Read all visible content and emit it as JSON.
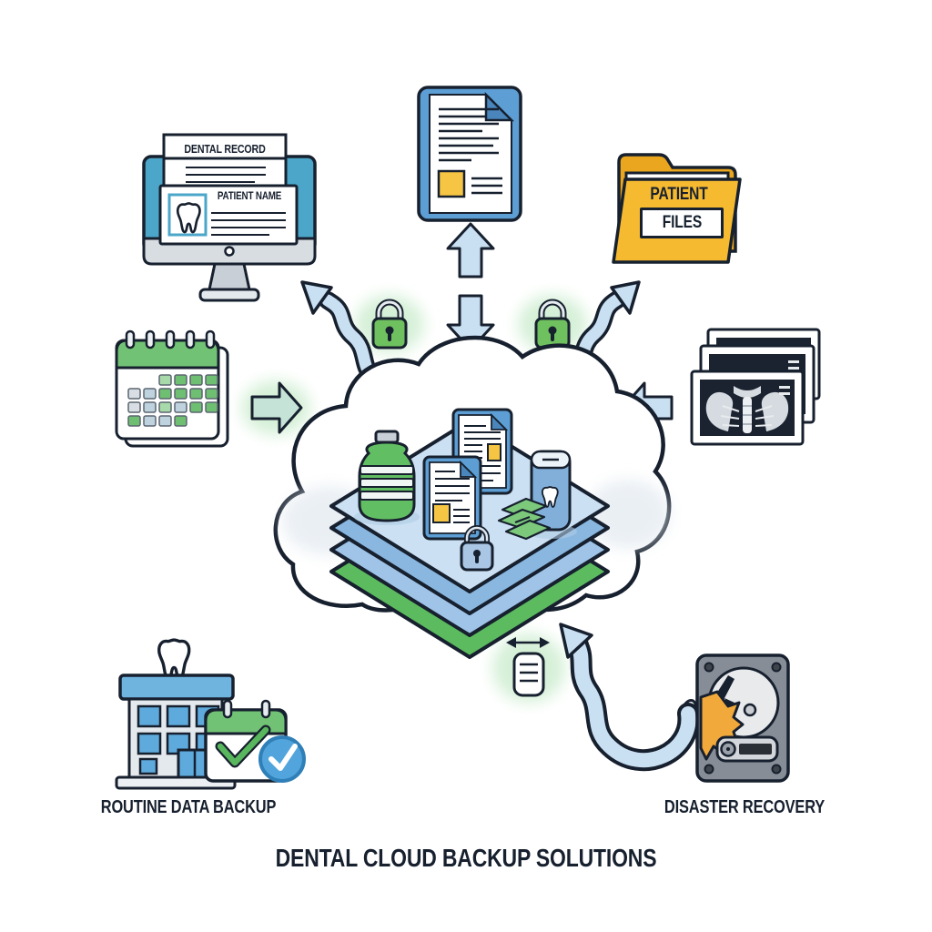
{
  "title": "DENTAL CLOUD BACKUP SOLUTIONS",
  "captions": {
    "routine_backup": "ROUTINE DATA BACKUP",
    "disaster_recovery": "DISASTER RECOVERY"
  },
  "monitor": {
    "document_header": "DENTAL RECORD",
    "patient_card_header": "PATIENT NAME"
  },
  "folder": {
    "label_top": "PATIENT",
    "label_box": "FILES"
  },
  "calendar": {
    "grid": [
      "..gGGG",
      "LBGGGG",
      "LBgBGG",
      "GBBG.."
    ]
  },
  "icons": [
    "monitor-icon",
    "tooth-icon",
    "document-icon",
    "folder-icon",
    "calendar-icon",
    "xray-stack-icon",
    "lock-icon",
    "cloud-icon",
    "data-stack-icon",
    "bottle-icon",
    "can-icon",
    "money-icon",
    "padlock-icon",
    "sync-arrows-icon",
    "server-doc-icon",
    "clinic-building-icon",
    "calendar-check-icon",
    "check-badge-icon",
    "hard-drive-icon",
    "arrow-up-icon",
    "arrow-down-icon",
    "arrow-left-icon",
    "arrow-right-icon",
    "curved-arrow-icon"
  ],
  "colors": {
    "ink": "#17202E",
    "teal": "#4BA6C9",
    "gray_bezel": "#D8DDE2",
    "gray_stand": "#C9CFD6",
    "doc_blue": "#5D9FD4",
    "doc_fold": "#4A86BC",
    "accent_yellow": "#F6C544",
    "folder_front": "#F6BA31",
    "folder_back": "#E9A61E",
    "cal_green": "#72C276",
    "cal_cell_green": "#6FBF73",
    "cal_cell_green_soft": "#A8D9AB",
    "cal_cell_blue": "#BFD3DF",
    "cal_cell_gray": "#D8DEE4",
    "cal_cell_stroke": "#5B6570",
    "xray_dark": "#1B2330",
    "xray_bone": "#D6DBE1",
    "lock_green": "#6FC15F",
    "glow_green": "#C8EBCB",
    "arrow_blue": "#C9E0F2",
    "arrow_green_tint": "#C5E3D6",
    "cloud_shade": "#E2E9F0",
    "stack_face": "#CBE0F2",
    "stack_blue": "#8AB7E0",
    "stack_blue_light": "#9FC4E8",
    "stack_green": "#5CBB5F",
    "bottle_green": "#62BE62",
    "can_blue": "#82AFD9",
    "money_green": "#7CC97C",
    "slab_lock_blue": "#A9C6E4",
    "bldg_gray": "#E4E9EE",
    "bldg_blue": "#5FAADC",
    "roof_blue": "#6FB3DF",
    "badge_blue": "#52A5DC",
    "badge_ring": "#2F7FB8",
    "hdd_gray": "#868D96",
    "hdd_dark": "#3F444B",
    "platter_gray": "#E8EAEC",
    "damage_orange": "#F2A93B"
  }
}
